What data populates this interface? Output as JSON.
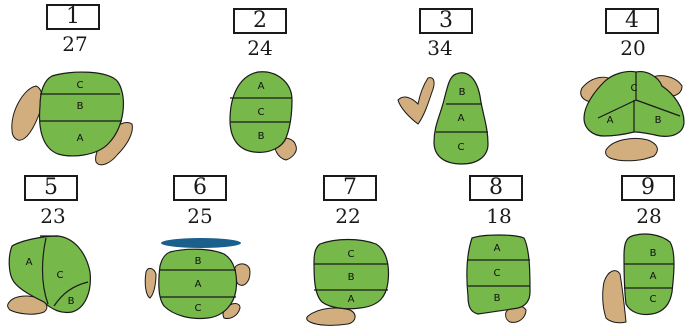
{
  "colors": {
    "green": "#76b84a",
    "rock": "#d2ad7e",
    "water": "#1b5f8c",
    "outline": "#1a1a1a"
  },
  "items": [
    {
      "number": "1",
      "count": "27",
      "labels": [
        "C",
        "B",
        "A"
      ]
    },
    {
      "number": "2",
      "count": "24",
      "labels": [
        "A",
        "C",
        "B"
      ]
    },
    {
      "number": "3",
      "count": "34",
      "labels": [
        "B",
        "A",
        "C"
      ]
    },
    {
      "number": "4",
      "count": "20",
      "labels": [
        "C",
        "A",
        "B"
      ]
    },
    {
      "number": "5",
      "count": "23",
      "labels": [
        "A",
        "C",
        "B"
      ]
    },
    {
      "number": "6",
      "count": "25",
      "labels": [
        "B",
        "A",
        "C"
      ]
    },
    {
      "number": "7",
      "count": "22",
      "labels": [
        "C",
        "B",
        "A"
      ]
    },
    {
      "number": "8",
      "count": "18",
      "labels": [
        "A",
        "C",
        "B"
      ]
    },
    {
      "number": "9",
      "count": "28",
      "labels": [
        "B",
        "A",
        "C"
      ]
    }
  ]
}
